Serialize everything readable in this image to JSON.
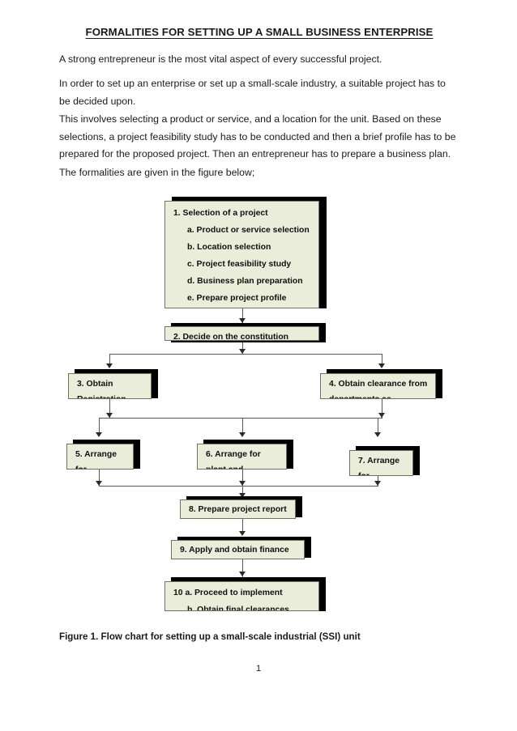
{
  "document": {
    "title": "FORMALITIES FOR SETTING UP A SMALL BUSINESS ENTERPRISE",
    "paragraphs": [
      "A strong entrepreneur is the most vital aspect of every successful project.",
      "In order to set up an enterprise or set up a small-scale industry, a suitable project has to be decided upon.",
      "This involves selecting a product or service, and a location for the unit. Based on these selections, a project feasibility study has to be conducted and then a brief profile has to be prepared for the proposed project. Then an entrepreneur has to prepare a business plan.",
      "The formalities are given in the figure below;"
    ],
    "caption": "Figure 1. Flow chart for setting up a small-scale industrial (SSI) unit",
    "page_number": "1"
  },
  "colors": {
    "node_fill": "#e9edda",
    "node_border": "#6f7360",
    "shadow": "#000000",
    "connector": "#58584f",
    "text": "#111111"
  },
  "flowchart": {
    "nodes": [
      {
        "id": "node-1",
        "heading": "1. Selection of a project",
        "items": [
          "a. Product or service selection",
          "b. Location selection",
          "c. Project feasibility study",
          "d. Business plan preparation",
          "e. Prepare project profile"
        ]
      },
      {
        "id": "node-2",
        "heading": "2. Decide on the constitution",
        "items": []
      },
      {
        "id": "node-3",
        "heading": "3. Obtain",
        "items": [
          "Registration"
        ]
      },
      {
        "id": "node-4",
        "heading": "4. Obtain clearance from",
        "items": [
          "departments as"
        ]
      },
      {
        "id": "node-5",
        "heading": "5. Arrange",
        "items": [
          "for"
        ]
      },
      {
        "id": "node-6",
        "heading": "6. Arrange for",
        "items": [
          "plant and"
        ]
      },
      {
        "id": "node-7",
        "heading": "7. Arrange",
        "items": [
          "for"
        ]
      },
      {
        "id": "node-8",
        "heading": "8. Prepare project report",
        "items": []
      },
      {
        "id": "node-9",
        "heading": "9. Apply and obtain finance",
        "items": []
      },
      {
        "id": "node-10",
        "heading": "10 a. Proceed to implement",
        "items": [
          "b. Obtain final clearances"
        ]
      }
    ]
  }
}
